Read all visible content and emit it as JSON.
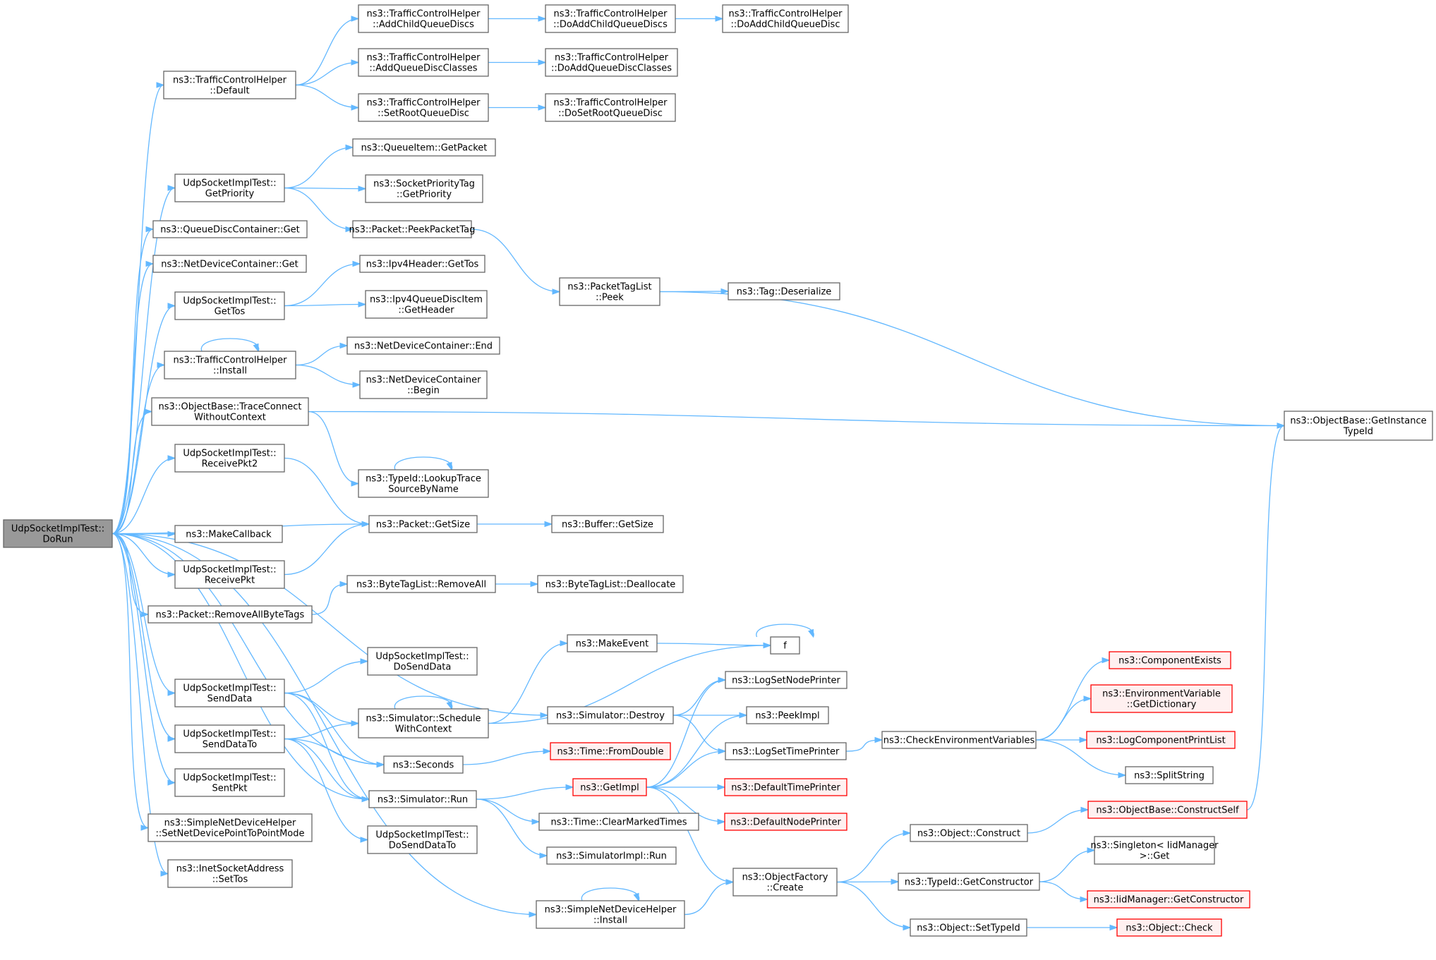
{
  "colors": {
    "edge": "#63b8ff",
    "node_border": "#666666",
    "root_fill": "#999999",
    "red_border": "#ff0000",
    "red_fill": "#fff0f0"
  },
  "nodes": [
    {
      "id": "root",
      "lines": [
        "UdpSocketImplTest::",
        "DoRun"
      ],
      "style": "root"
    },
    {
      "id": "tch_default",
      "lines": [
        "ns3::TrafficControlHelper",
        "::Default"
      ]
    },
    {
      "id": "tch_addchild",
      "lines": [
        "ns3::TrafficControlHelper",
        "::AddChildQueueDiscs"
      ]
    },
    {
      "id": "tch_doaddchilds",
      "lines": [
        "ns3::TrafficControlHelper",
        "::DoAddChildQueueDiscs"
      ]
    },
    {
      "id": "tch_doaddchild",
      "lines": [
        "ns3::TrafficControlHelper",
        "::DoAddChildQueueDisc"
      ]
    },
    {
      "id": "tch_addclasses",
      "lines": [
        "ns3::TrafficControlHelper",
        "::AddQueueDiscClasses"
      ]
    },
    {
      "id": "tch_doaddclasses",
      "lines": [
        "ns3::TrafficControlHelper",
        "::DoAddQueueDiscClasses"
      ]
    },
    {
      "id": "tch_setroot",
      "lines": [
        "ns3::TrafficControlHelper",
        "::SetRootQueueDisc"
      ]
    },
    {
      "id": "tch_dosetroot",
      "lines": [
        "ns3::TrafficControlHelper",
        "::DoSetRootQueueDisc"
      ]
    },
    {
      "id": "qi_getpacket",
      "lines": [
        "ns3::QueueItem::GetPacket"
      ]
    },
    {
      "id": "ust_getpriority",
      "lines": [
        "UdpSocketImplTest::",
        "GetPriority"
      ]
    },
    {
      "id": "spt_getpriority",
      "lines": [
        "ns3::SocketPriorityTag",
        "::GetPriority"
      ]
    },
    {
      "id": "qdc_get",
      "lines": [
        "ns3::QueueDiscContainer::Get"
      ]
    },
    {
      "id": "pkt_peektag",
      "lines": [
        "ns3::Packet::PeekPacketTag"
      ]
    },
    {
      "id": "ndc_get",
      "lines": [
        "ns3::NetDeviceContainer::Get"
      ]
    },
    {
      "id": "ipv4h_gettos",
      "lines": [
        "ns3::Ipv4Header::GetTos"
      ]
    },
    {
      "id": "ptl_peek",
      "lines": [
        "ns3::PacketTagList",
        "::Peek"
      ]
    },
    {
      "id": "ust_gettos",
      "lines": [
        "UdpSocketImplTest::",
        "GetTos"
      ]
    },
    {
      "id": "ipv4qdi_getheader",
      "lines": [
        "ns3::Ipv4QueueDiscItem",
        "::GetHeader"
      ]
    },
    {
      "id": "tag_deserialize",
      "lines": [
        "ns3::Tag::Deserialize"
      ]
    },
    {
      "id": "ndc_end",
      "lines": [
        "ns3::NetDeviceContainer::End"
      ]
    },
    {
      "id": "tch_install",
      "lines": [
        "ns3::TrafficControlHelper",
        "::Install"
      ]
    },
    {
      "id": "ndc_begin",
      "lines": [
        "ns3::NetDeviceContainer",
        "::Begin"
      ]
    },
    {
      "id": "ob_traceconnect",
      "lines": [
        "ns3::ObjectBase::TraceConnect",
        "WithoutContext"
      ]
    },
    {
      "id": "ob_getinstancetypeid",
      "lines": [
        "ns3::ObjectBase::GetInstance",
        "TypeId"
      ]
    },
    {
      "id": "ust_receivepkt2",
      "lines": [
        "UdpSocketImplTest::",
        "ReceivePkt2"
      ]
    },
    {
      "id": "typeid_lookup",
      "lines": [
        "ns3::TypeId::LookupTrace",
        "SourceByName"
      ]
    },
    {
      "id": "pkt_getsize",
      "lines": [
        "ns3::Packet::GetSize"
      ]
    },
    {
      "id": "buf_getsize",
      "lines": [
        "ns3::Buffer::GetSize"
      ]
    },
    {
      "id": "makecallback",
      "lines": [
        "ns3::MakeCallback"
      ]
    },
    {
      "id": "ust_receivepkt",
      "lines": [
        "UdpSocketImplTest::",
        "ReceivePkt"
      ]
    },
    {
      "id": "btl_removeall",
      "lines": [
        "ns3::ByteTagList::RemoveAll"
      ]
    },
    {
      "id": "btl_dealloc",
      "lines": [
        "ns3::ByteTagList::Deallocate"
      ]
    },
    {
      "id": "pkt_removebytetags",
      "lines": [
        "ns3::Packet::RemoveAllByteTags"
      ]
    },
    {
      "id": "makeevent",
      "lines": [
        "ns3::MakeEvent"
      ]
    },
    {
      "id": "f",
      "lines": [
        "f"
      ]
    },
    {
      "id": "ust_dosenddata",
      "lines": [
        "UdpSocketImplTest::",
        "DoSendData"
      ]
    },
    {
      "id": "ust_senddata",
      "lines": [
        "UdpSocketImplTest::",
        "SendData"
      ]
    },
    {
      "id": "sim_schedule",
      "lines": [
        "ns3::Simulator::Schedule",
        "WithContext"
      ]
    },
    {
      "id": "sim_destroy",
      "lines": [
        "ns3::Simulator::Destroy"
      ]
    },
    {
      "id": "log_setnodeprinter",
      "lines": [
        "ns3::LogSetNodePrinter"
      ]
    },
    {
      "id": "peekimpl",
      "lines": [
        "ns3::PeekImpl"
      ]
    },
    {
      "id": "ust_senddatato",
      "lines": [
        "UdpSocketImplTest::",
        "SendDataTo"
      ]
    },
    {
      "id": "seconds",
      "lines": [
        "ns3::Seconds"
      ]
    },
    {
      "id": "time_fromdouble",
      "lines": [
        "ns3::Time::FromDouble"
      ],
      "style": "red"
    },
    {
      "id": "log_settimeprinter",
      "lines": [
        "ns3::LogSetTimePrinter"
      ]
    },
    {
      "id": "check_env",
      "lines": [
        "ns3::CheckEnvironmentVariables"
      ]
    },
    {
      "id": "component_exists",
      "lines": [
        "ns3::ComponentExists"
      ],
      "style": "red"
    },
    {
      "id": "env_getdict",
      "lines": [
        "ns3::EnvironmentVariable",
        "::GetDictionary"
      ],
      "style": "red"
    },
    {
      "id": "log_component_printlist",
      "lines": [
        "ns3::LogComponentPrintList"
      ],
      "style": "red"
    },
    {
      "id": "splitstring",
      "lines": [
        "ns3::SplitString"
      ]
    },
    {
      "id": "ust_sentpkt",
      "lines": [
        "UdpSocketImplTest::",
        "SentPkt"
      ]
    },
    {
      "id": "getimpl",
      "lines": [
        "ns3::GetImpl"
      ],
      "style": "red"
    },
    {
      "id": "sim_run",
      "lines": [
        "ns3::Simulator::Run"
      ]
    },
    {
      "id": "default_time_printer",
      "lines": [
        "ns3::DefaultTimePrinter"
      ],
      "style": "red"
    },
    {
      "id": "time_clearmarked",
      "lines": [
        "ns3::Time::ClearMarkedTimes"
      ]
    },
    {
      "id": "default_node_printer",
      "lines": [
        "ns3::DefaultNodePrinter"
      ],
      "style": "red"
    },
    {
      "id": "snd_setp2p",
      "lines": [
        "ns3::SimpleNetDeviceHelper",
        "::SetNetDevicePointToPointMode"
      ]
    },
    {
      "id": "ust_dosenddatato",
      "lines": [
        "UdpSocketImplTest::",
        "DoSendDataTo"
      ]
    },
    {
      "id": "simimpl_run",
      "lines": [
        "ns3::SimulatorImpl::Run"
      ]
    },
    {
      "id": "obj_construct",
      "lines": [
        "ns3::Object::Construct"
      ]
    },
    {
      "id": "ob_constructself",
      "lines": [
        "ns3::ObjectBase::ConstructSelf"
      ],
      "style": "red"
    },
    {
      "id": "singleton_get",
      "lines": [
        "ns3::Singleton< IidManager",
        " >::Get"
      ]
    },
    {
      "id": "isa_settos",
      "lines": [
        "ns3::InetSocketAddress",
        "::SetTos"
      ]
    },
    {
      "id": "objfactory_create",
      "lines": [
        "ns3::ObjectFactory",
        "::Create"
      ]
    },
    {
      "id": "typeid_getconstructor",
      "lines": [
        "ns3::TypeId::GetConstructor"
      ]
    },
    {
      "id": "iidmanager_getconstructor",
      "lines": [
        "ns3::IidManager::GetConstructor"
      ],
      "style": "red"
    },
    {
      "id": "snd_install",
      "lines": [
        "ns3::SimpleNetDeviceHelper",
        "::Install"
      ]
    },
    {
      "id": "obj_settypeid",
      "lines": [
        "ns3::Object::SetTypeId"
      ]
    },
    {
      "id": "obj_check",
      "lines": [
        "ns3::Object::Check"
      ],
      "style": "red"
    }
  ],
  "edges": [
    [
      "root",
      "tch_default"
    ],
    [
      "root",
      "ust_getpriority"
    ],
    [
      "root",
      "qdc_get"
    ],
    [
      "root",
      "ndc_get"
    ],
    [
      "root",
      "ust_gettos"
    ],
    [
      "root",
      "tch_install"
    ],
    [
      "root",
      "ob_traceconnect"
    ],
    [
      "root",
      "ust_receivepkt2"
    ],
    [
      "root",
      "pkt_getsize"
    ],
    [
      "root",
      "makecallback"
    ],
    [
      "root",
      "ust_receivepkt"
    ],
    [
      "root",
      "pkt_removebytetags"
    ],
    [
      "root",
      "sim_destroy"
    ],
    [
      "root",
      "ust_senddata"
    ],
    [
      "root",
      "ust_senddatato"
    ],
    [
      "root",
      "ust_sentpkt"
    ],
    [
      "root",
      "snd_setp2p"
    ],
    [
      "root",
      "isa_settos"
    ],
    [
      "root",
      "snd_install"
    ],
    [
      "root",
      "sim_run"
    ],
    [
      "root",
      "seconds"
    ],
    [
      "tch_default",
      "tch_addchild"
    ],
    [
      "tch_default",
      "tch_addclasses"
    ],
    [
      "tch_default",
      "tch_setroot"
    ],
    [
      "tch_addchild",
      "tch_doaddchilds"
    ],
    [
      "tch_doaddchilds",
      "tch_doaddchild"
    ],
    [
      "tch_addclasses",
      "tch_doaddclasses"
    ],
    [
      "tch_setroot",
      "tch_dosetroot"
    ],
    [
      "ust_getpriority",
      "qi_getpacket"
    ],
    [
      "ust_getpriority",
      "spt_getpriority"
    ],
    [
      "ust_getpriority",
      "pkt_peektag"
    ],
    [
      "pkt_peektag",
      "ptl_peek"
    ],
    [
      "ptl_peek",
      "tag_deserialize"
    ],
    [
      "ptl_peek",
      "ob_getinstancetypeid"
    ],
    [
      "ust_gettos",
      "ipv4h_gettos"
    ],
    [
      "ust_gettos",
      "ipv4qdi_getheader"
    ],
    [
      "tch_install",
      "tch_install"
    ],
    [
      "tch_install",
      "ndc_end"
    ],
    [
      "tch_install",
      "ndc_begin"
    ],
    [
      "ob_traceconnect",
      "ob_getinstancetypeid"
    ],
    [
      "ob_traceconnect",
      "typeid_lookup"
    ],
    [
      "typeid_lookup",
      "typeid_lookup"
    ],
    [
      "ust_receivepkt2",
      "pkt_getsize"
    ],
    [
      "ust_receivepkt",
      "pkt_getsize"
    ],
    [
      "pkt_getsize",
      "buf_getsize"
    ],
    [
      "pkt_removebytetags",
      "btl_removeall"
    ],
    [
      "btl_removeall",
      "btl_dealloc"
    ],
    [
      "ust_senddata",
      "ust_dosenddata"
    ],
    [
      "ust_senddata",
      "sim_schedule"
    ],
    [
      "ust_senddata",
      "seconds"
    ],
    [
      "ust_senddata",
      "sim_run"
    ],
    [
      "ust_senddatato",
      "sim_schedule"
    ],
    [
      "ust_senddatato",
      "seconds"
    ],
    [
      "ust_senddatato",
      "sim_run"
    ],
    [
      "ust_senddatato",
      "ust_dosenddatato"
    ],
    [
      "sim_schedule",
      "sim_schedule"
    ],
    [
      "sim_schedule",
      "makeevent"
    ],
    [
      "sim_schedule",
      "f"
    ],
    [
      "makeevent",
      "f"
    ],
    [
      "f",
      "f"
    ],
    [
      "sim_destroy",
      "log_setnodeprinter"
    ],
    [
      "sim_destroy",
      "peekimpl"
    ],
    [
      "sim_destroy",
      "log_settimeprinter"
    ],
    [
      "seconds",
      "time_fromdouble"
    ],
    [
      "sim_run",
      "getimpl"
    ],
    [
      "sim_run",
      "time_clearmarked"
    ],
    [
      "sim_run",
      "simimpl_run"
    ],
    [
      "getimpl",
      "log_setnodeprinter"
    ],
    [
      "getimpl",
      "peekimpl"
    ],
    [
      "getimpl",
      "log_settimeprinter"
    ],
    [
      "getimpl",
      "default_time_printer"
    ],
    [
      "getimpl",
      "default_node_printer"
    ],
    [
      "getimpl",
      "objfactory_create"
    ],
    [
      "log_settimeprinter",
      "check_env"
    ],
    [
      "check_env",
      "component_exists"
    ],
    [
      "check_env",
      "env_getdict"
    ],
    [
      "check_env",
      "log_component_printlist"
    ],
    [
      "check_env",
      "splitstring"
    ],
    [
      "snd_install",
      "snd_install"
    ],
    [
      "snd_install",
      "objfactory_create"
    ],
    [
      "objfactory_create",
      "obj_construct"
    ],
    [
      "objfactory_create",
      "typeid_getconstructor"
    ],
    [
      "objfactory_create",
      "obj_settypeid"
    ],
    [
      "obj_construct",
      "ob_constructself"
    ],
    [
      "ob_constructself",
      "ob_getinstancetypeid"
    ],
    [
      "typeid_getconstructor",
      "singleton_get"
    ],
    [
      "typeid_getconstructor",
      "iidmanager_getconstructor"
    ],
    [
      "obj_settypeid",
      "obj_check"
    ]
  ]
}
